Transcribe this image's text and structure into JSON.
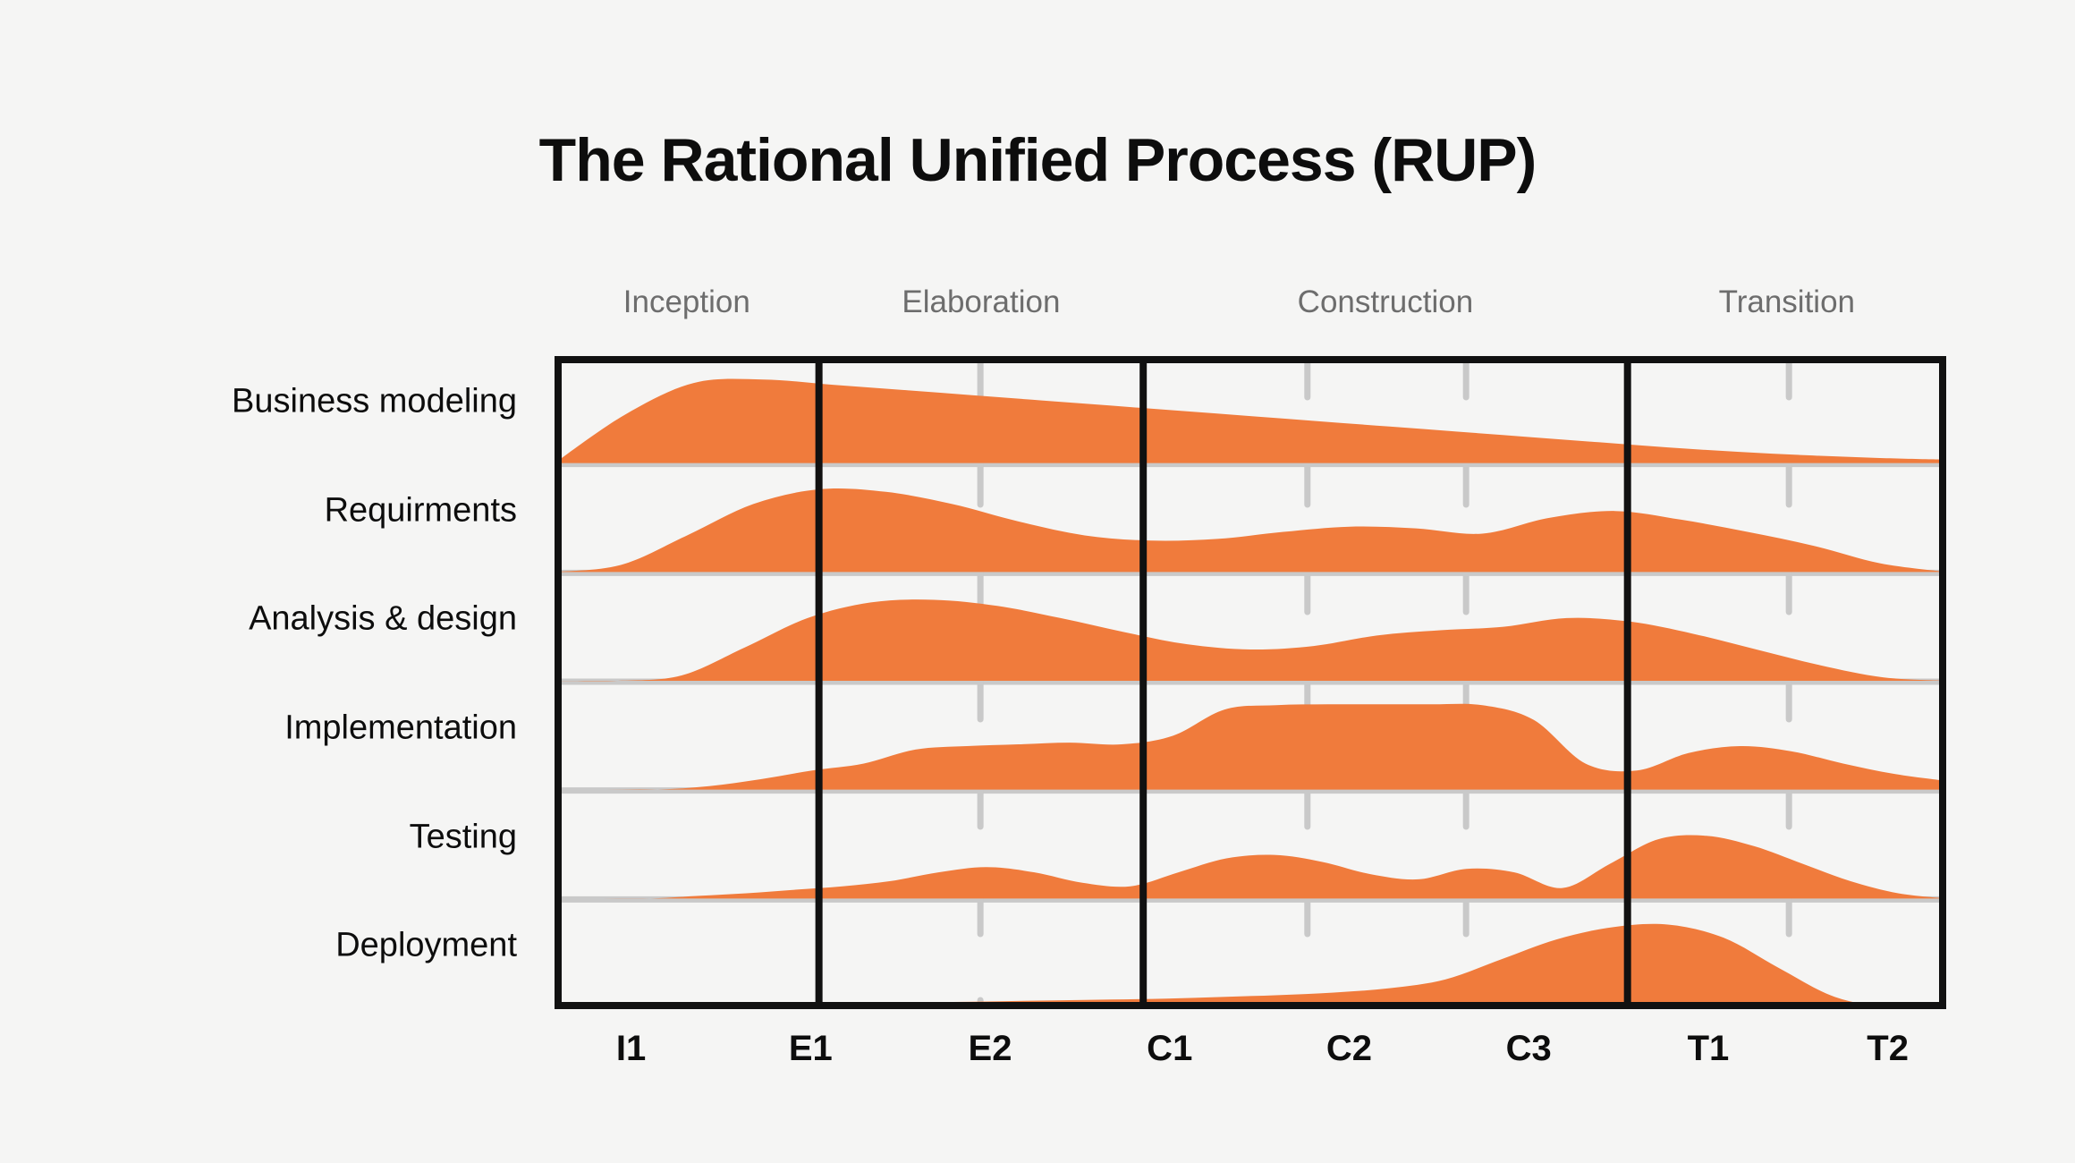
{
  "page": {
    "title": "The Rational Unified Process (RUP)",
    "background_color": "#f5f5f4",
    "accent_color": "#f07b3c",
    "frame_color": "#111111",
    "grid_color": "#c9c9c9",
    "label_color": "#0d0d0d",
    "phase_label_color": "#6d6d6d"
  },
  "chart_data": {
    "type": "area",
    "title": "The Rational Unified Process (RUP)",
    "xlabel": "",
    "ylabel": "",
    "grid": true,
    "legend": "none",
    "x_axis": {
      "phases": [
        {
          "name": "Inception",
          "label": "Inception",
          "start": 0.0,
          "end": 0.19,
          "center": 0.095
        },
        {
          "name": "Elaboration",
          "label": "Elaboration",
          "start": 0.19,
          "end": 0.423,
          "center": 0.3065
        },
        {
          "name": "Construction",
          "label": "Construction",
          "start": 0.423,
          "end": 0.771,
          "center": 0.597
        },
        {
          "name": "Transition",
          "label": "Transition",
          "start": 0.771,
          "end": 1.0,
          "center": 0.8855
        }
      ],
      "iterations": [
        {
          "label": "I1",
          "position": 0.063
        },
        {
          "label": "E1",
          "position": 0.169
        },
        {
          "label": "E2",
          "position": 0.275
        },
        {
          "label": "C1",
          "position": 0.353
        },
        {
          "label": "C2",
          "position": 0.432
        },
        {
          "label": "C3",
          "position": 0.513
        },
        {
          "label": "T1",
          "position": 0.588
        },
        {
          "label": "T2",
          "position": 0.678
        }
      ],
      "iteration_dividers": [
        0.306,
        0.541,
        0.655,
        0.887
      ]
    },
    "disciplines": [
      {
        "name": "Business modeling",
        "label": "Business modeling",
        "row": 0,
        "peak_at": 0.09,
        "values": [
          0.0,
          0.55,
          0.92,
          0.96,
          0.9,
          0.84,
          0.78,
          0.72,
          0.66,
          0.6,
          0.54,
          0.48,
          0.42,
          0.36,
          0.3,
          0.24,
          0.18,
          0.13,
          0.09,
          0.06,
          0.04
        ]
      },
      {
        "name": "Requirments",
        "label": "Requirments",
        "row": 1,
        "peak_at": 0.18,
        "values": [
          0.0,
          0.08,
          0.42,
          0.78,
          0.95,
          0.92,
          0.78,
          0.58,
          0.42,
          0.36,
          0.38,
          0.46,
          0.52,
          0.5,
          0.44,
          0.62,
          0.7,
          0.6,
          0.46,
          0.3,
          0.1,
          0.0
        ]
      },
      {
        "name": "Analysis & design",
        "label": "Analysis & design",
        "row": 2,
        "peak_at": 0.27,
        "values": [
          0.0,
          0.0,
          0.06,
          0.38,
          0.72,
          0.9,
          0.93,
          0.86,
          0.72,
          0.56,
          0.42,
          0.36,
          0.4,
          0.52,
          0.58,
          0.62,
          0.72,
          0.68,
          0.54,
          0.36,
          0.18,
          0.04,
          0.0
        ]
      },
      {
        "name": "Implementation",
        "label": "Implementation",
        "row": 3,
        "peak_at": 0.55,
        "values": [
          0.0,
          0.0,
          0.0,
          0.04,
          0.12,
          0.22,
          0.3,
          0.46,
          0.5,
          0.52,
          0.54,
          0.52,
          0.62,
          0.92,
          0.97,
          0.98,
          0.98,
          0.98,
          0.97,
          0.8,
          0.3,
          0.22,
          0.42,
          0.5,
          0.44,
          0.3,
          0.18,
          0.1
        ]
      },
      {
        "name": "Testing",
        "label": "Testing",
        "row": 4,
        "peak_at": 0.67,
        "values": [
          0.0,
          0.0,
          0.0,
          0.03,
          0.06,
          0.1,
          0.14,
          0.2,
          0.3,
          0.36,
          0.3,
          0.18,
          0.14,
          0.3,
          0.46,
          0.5,
          0.42,
          0.28,
          0.22,
          0.34,
          0.3,
          0.12,
          0.4,
          0.68,
          0.72,
          0.6,
          0.4,
          0.2,
          0.06,
          0.0
        ]
      },
      {
        "name": "Deployment",
        "label": "Deployment",
        "row": 5,
        "peak_at": 0.77,
        "values": [
          0.0,
          0.0,
          0.01,
          0.02,
          0.03,
          0.04,
          0.05,
          0.06,
          0.07,
          0.08,
          0.09,
          0.1,
          0.12,
          0.14,
          0.17,
          0.22,
          0.32,
          0.55,
          0.78,
          0.92,
          0.95,
          0.8,
          0.45,
          0.12,
          0.0,
          0.0
        ]
      }
    ]
  }
}
